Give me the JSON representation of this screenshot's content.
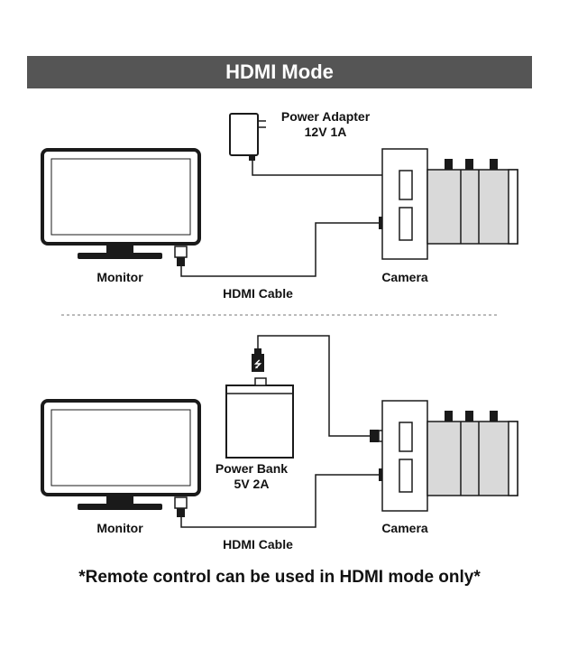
{
  "title": "HDMI Mode",
  "top_setup": {
    "power_source_label_line1": "Power Adapter",
    "power_source_label_line2": "12V 1A",
    "monitor_label": "Monitor",
    "camera_label": "Camera",
    "cable_label": "HDMI Cable"
  },
  "bottom_setup": {
    "power_source_label_line1": "Power Bank",
    "power_source_label_line2": "5V 2A",
    "monitor_label": "Monitor",
    "camera_label": "Camera",
    "cable_label": "HDMI Cable"
  },
  "footnote": "*Remote control can be used in HDMI mode only*",
  "colors": {
    "banner": "#555555",
    "line": "#1a1a1a",
    "lens_gray": "#d9d9d9"
  }
}
